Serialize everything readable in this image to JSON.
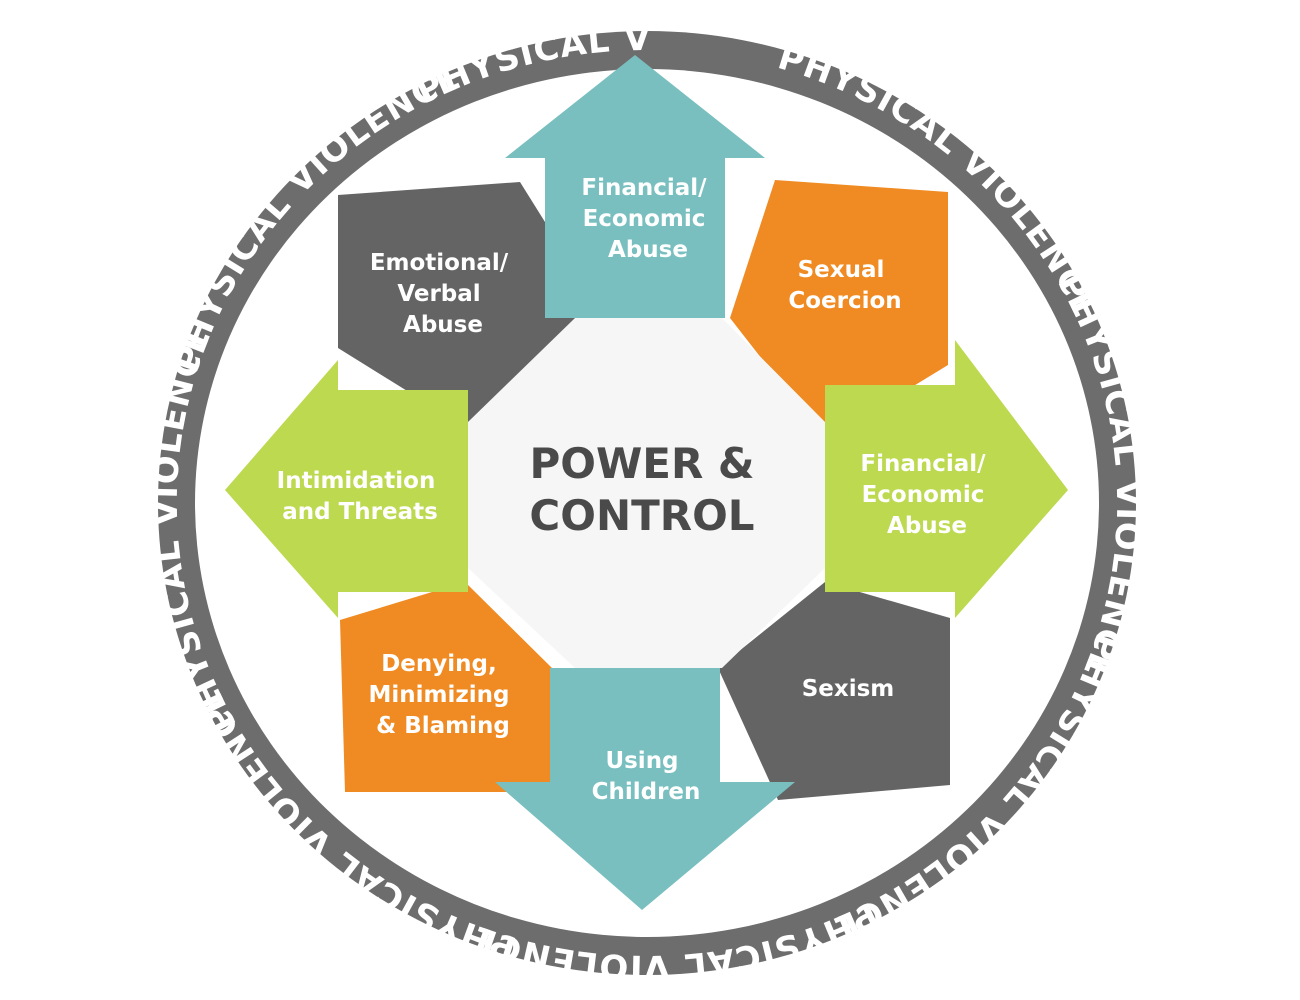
{
  "center": {
    "line1": "POWER &",
    "line2": "CONTROL"
  },
  "ring": {
    "labels": [
      "PHYSICAL VIOLENCE",
      "PHYSICAL VIOLENCE",
      "PHYSICAL VIOLENCE",
      "PHYSICAL VIOLENCE",
      "PHYSICAL VIOLENCE",
      "PHYSICAL VIOLENCE",
      "PHYSICAL VIOLENCE",
      "PHYSICAL VIOLENCE"
    ]
  },
  "segments": {
    "top": {
      "lines": [
        "Financial/",
        "Economic",
        "Abuse"
      ]
    },
    "top_right": {
      "lines": [
        "Sexual",
        "Coercion"
      ]
    },
    "right": {
      "lines": [
        "Financial/",
        "Economic",
        "Abuse"
      ]
    },
    "bottom_right": {
      "lines": [
        "Sexism"
      ]
    },
    "bottom": {
      "lines": [
        "Using",
        "Children"
      ]
    },
    "bottom_left": {
      "lines": [
        "Denying,",
        "Minimizing",
        "& Blaming"
      ]
    },
    "left": {
      "lines": [
        "Intimidation",
        "and Threats"
      ]
    },
    "top_left": {
      "lines": [
        "Emotional/",
        "Verbal",
        "Abuse"
      ]
    }
  },
  "colors": {
    "ring": "#6d6d6d",
    "teal": "#79bfbf",
    "orange": "#ef8b22",
    "green": "#bcd94f",
    "dark_gray": "#646464",
    "center_fill": "#f6f6f6",
    "center_text": "#4a4a4a"
  }
}
